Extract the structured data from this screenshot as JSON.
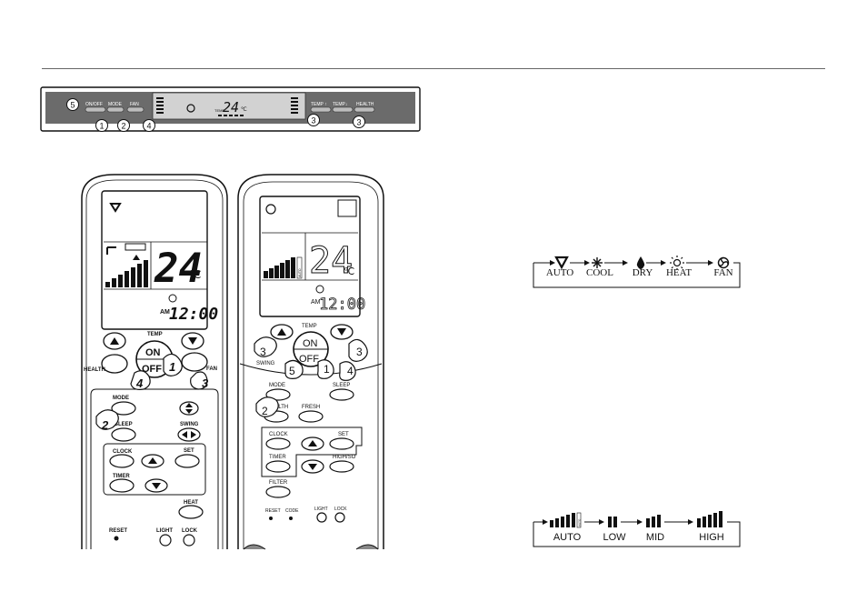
{
  "panel": {
    "labels": [
      "ON/OFF",
      "MODE",
      "FAN",
      "TEMP ↑",
      "TEMP↓",
      "HEALTH"
    ],
    "display": "24",
    "unit": "℃",
    "temp_tag": "TEMP",
    "callouts": [
      "5",
      "1",
      "2",
      "4",
      "3",
      "3"
    ]
  },
  "remote_left": {
    "display_temp": "24",
    "display_unit": "℃",
    "am": "AM",
    "clock": "12:00",
    "buttons": {
      "temp": "TEMP",
      "on": "ON",
      "off": "OFF",
      "health": "HEALTH",
      "fan": "FAN",
      "mode": "MODE",
      "sleep": "SLEEP",
      "swing": "SWING",
      "clock": "CLOCK",
      "set": "SET",
      "timer": "TIMER",
      "heat": "HEAT",
      "reset": "RESET",
      "light": "LIGHT",
      "lock": "LOCK"
    },
    "callouts": [
      "1",
      "4",
      "3",
      "2"
    ]
  },
  "remote_right": {
    "display_temp": "24",
    "display_unit": "℃",
    "am": "AM",
    "clock": "12:00",
    "auto_tag": "AUTO",
    "buttons": {
      "temp": "TEMP",
      "on": "ON",
      "off": "OFF",
      "swing": "SWING",
      "mode": "MODE",
      "sleep": "SLEEP",
      "health": "HEALTH",
      "fresh": "FRESH",
      "clock": "CLOCK",
      "set": "SET",
      "timer": "TIMER",
      "highso": "HIGH/SO",
      "filter": "FILTER",
      "reset": "RESET",
      "code": "CODE",
      "light": "LIGHT",
      "lock": "LOCK"
    },
    "callouts": [
      "3",
      "3",
      "5",
      "1",
      "4",
      "2"
    ]
  },
  "mode_sequence": [
    "AUTO",
    "COOL",
    "DRY",
    "HEAT",
    "FAN"
  ],
  "fan_sequence": [
    "AUTO",
    "LOW",
    "MID",
    "HIGH"
  ],
  "fan_auto_tag": "AUTO"
}
